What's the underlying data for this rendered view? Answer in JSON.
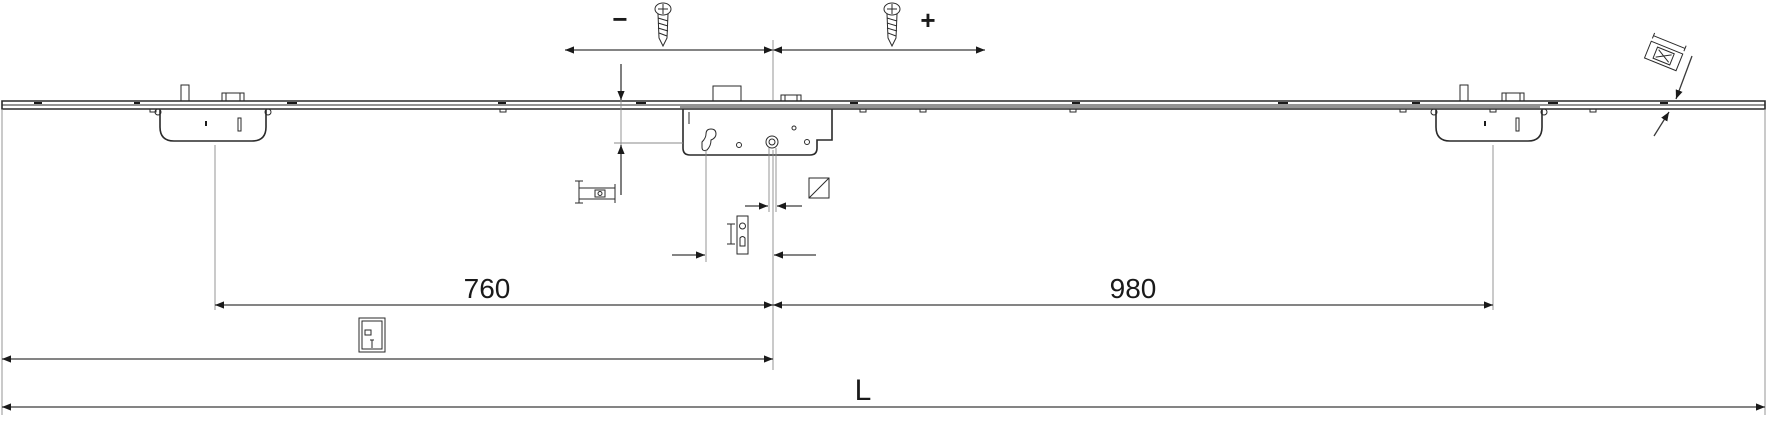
{
  "diagram": {
    "dimensions": {
      "left_span": "760",
      "right_span": "980",
      "total_length": "L"
    },
    "adjust": {
      "minus_sign": "−",
      "plus_sign": "+"
    },
    "icons": {
      "screw_left": "screw-icon",
      "screw_right": "screw-icon",
      "backset": "backset-icon",
      "spindle": "spindle-square-icon",
      "distance": "distance-icon",
      "faceplate_width": "faceplate-width-icon",
      "door_height": "door-height-icon"
    },
    "colors": {
      "line": "#2a2a2a",
      "dimension": "#3a3a3a",
      "extension": "#8a8a8a"
    }
  }
}
